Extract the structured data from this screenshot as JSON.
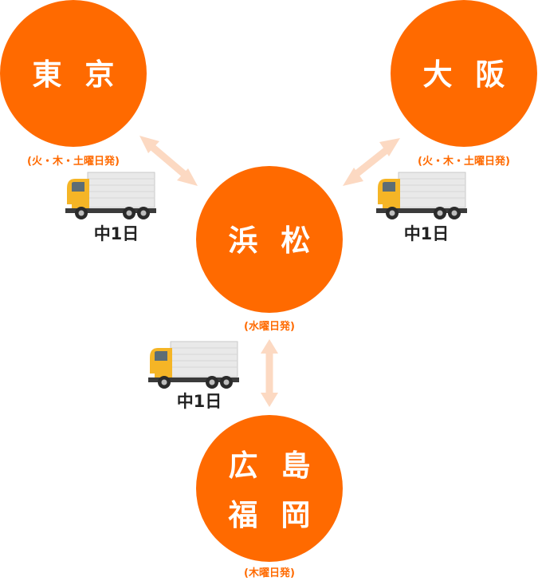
{
  "colors": {
    "circle": "#ff6a00",
    "arrow": "#fcd9c2",
    "truck_cab": "#f5b526",
    "truck_box": "#e9e9e9"
  },
  "cities": {
    "tokyo": {
      "label": "東 京",
      "schedule": "(火・木・土曜日発)"
    },
    "osaka": {
      "label": "大 阪",
      "schedule": "(火・木・土曜日発)"
    },
    "hamamatsu": {
      "label": "浜 松",
      "schedule": "(水曜日発)"
    },
    "hiroshima_fukuoka": {
      "label_line1": "広 島",
      "label_line2": "福 岡",
      "schedule": "(木曜日発)"
    }
  },
  "routes": {
    "tokyo_hamamatsu": {
      "duration": "中1日",
      "icon": "truck-icon"
    },
    "osaka_hamamatsu": {
      "duration": "中1日",
      "icon": "truck-icon"
    },
    "hamamatsu_hiroshima": {
      "duration": "中1日",
      "icon": "truck-icon"
    }
  }
}
